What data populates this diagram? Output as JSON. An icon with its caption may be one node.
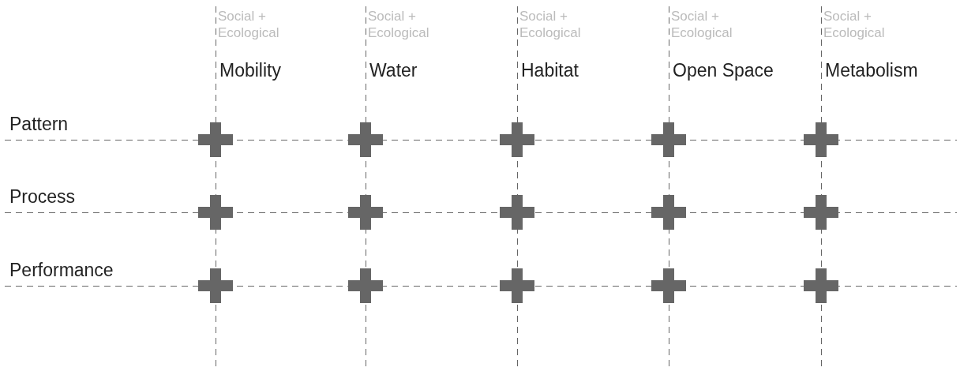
{
  "diagram": {
    "labels": [
      "Social + Ecological",
      "Social + Ecological",
      "Social + Ecological",
      "Social + Ecological",
      "Social + Ecological",
      "Mobility",
      "Water",
      "Habitat",
      "Open Space",
      "Metabolism",
      "Pattern",
      "Process",
      "Performance"
    ]
  }
}
